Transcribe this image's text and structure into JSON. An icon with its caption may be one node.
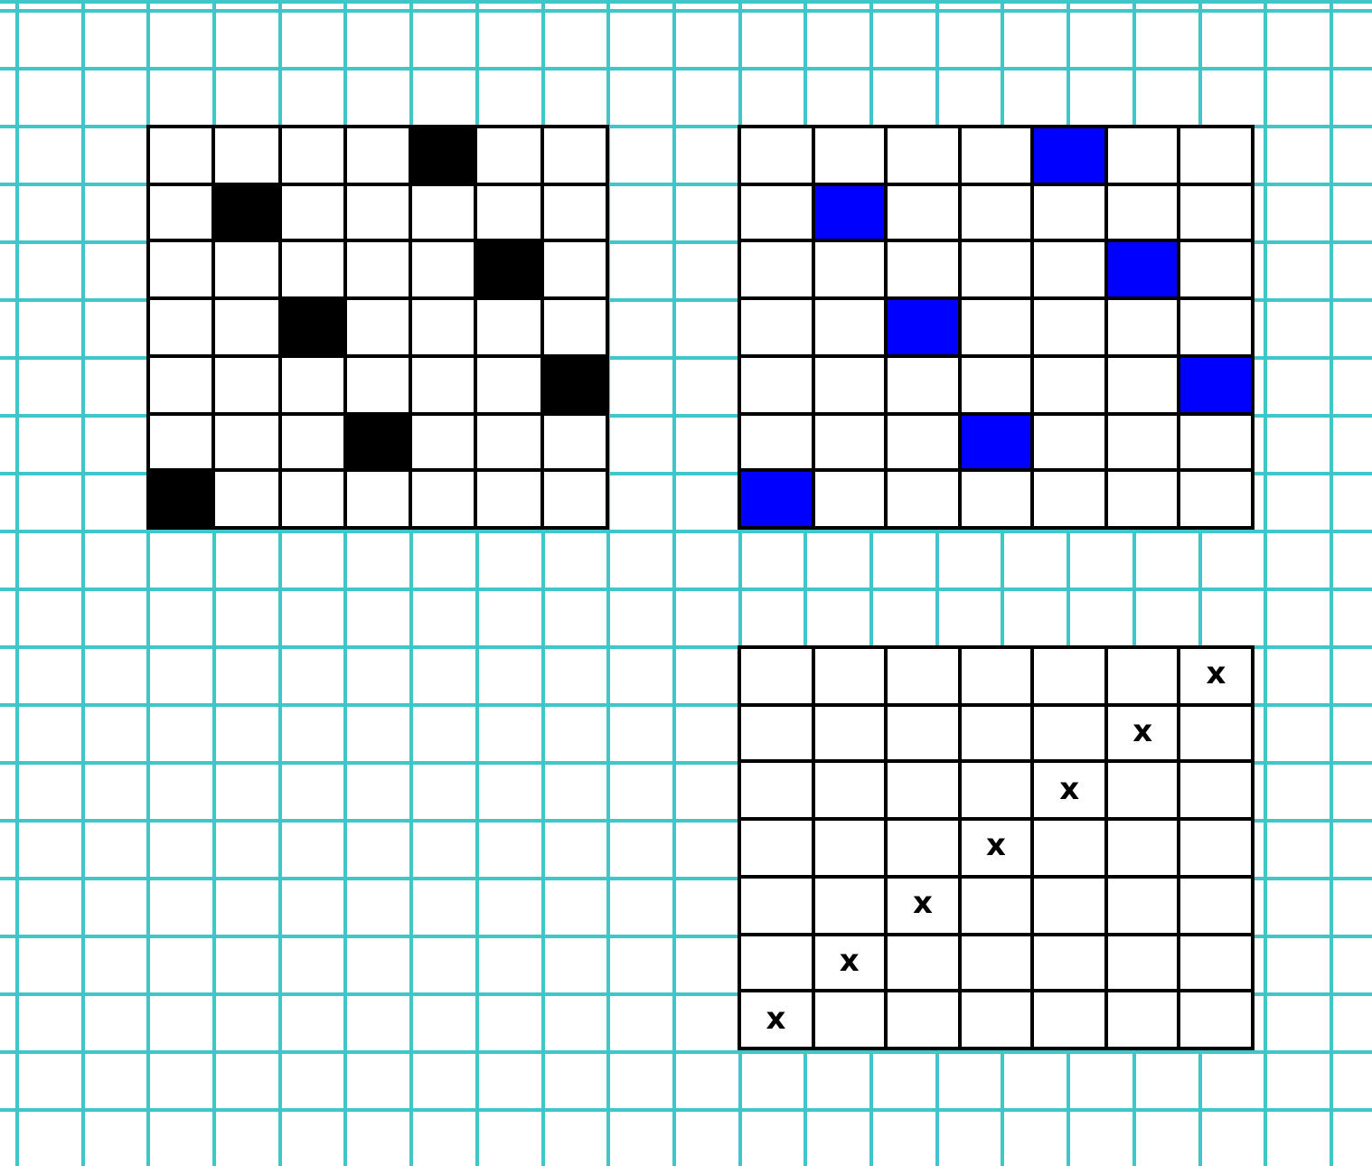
{
  "diagram": {
    "labels": [
      "x",
      "x",
      "x",
      "x",
      "x",
      "x",
      "x"
    ]
  }
}
